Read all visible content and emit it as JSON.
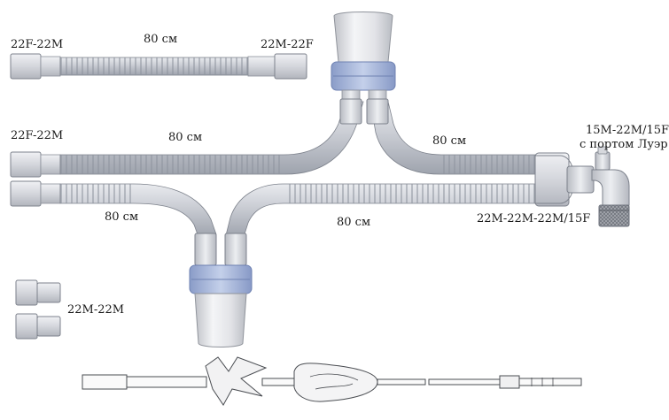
{
  "labels": {
    "top_left": "22F-22M",
    "top_length": "80 см",
    "top_right": "22M-22F",
    "mid_left": "22F-22M",
    "mid_length": "80 см",
    "right_length": "80 см",
    "port_line1": "15M-22M/15F",
    "port_line2": "с портом Луэр",
    "lower_left_length": "80 см",
    "lower_mid_length": "80 см",
    "wye_connector": "22M-22M-22M/15F",
    "adapters": "22M-22M"
  },
  "colors": {
    "tube_fill": "#c9ccd3",
    "tube_rib": "#9ea3ad",
    "tube_outline": "#6d727c",
    "cuff_fill": "#d9dbe0",
    "collar_blue": "#a9b9dc",
    "collar_edge": "#6f82b2",
    "filter_body": "#e7e8ec",
    "filter_shade": "#c4c6cc",
    "mesh": "#8a8d94"
  },
  "icons": [
    "corrugated-tube",
    "straight-cuff",
    "bacterial-filter",
    "elbow-connector",
    "wye-connector",
    "adapter",
    "suction-catheter"
  ]
}
